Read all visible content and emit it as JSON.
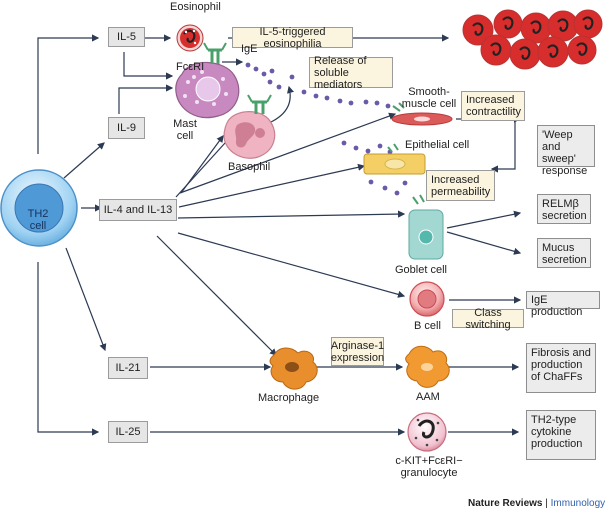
{
  "diagram": {
    "th2_cell_label": "TH2 cell",
    "th2_cell_line1": "TH2",
    "th2_cell_line2": "cell",
    "cytokines": {
      "il5": "IL-5",
      "il9": "IL-9",
      "il4_il13": "IL-4 and IL-13",
      "il21": "IL-21",
      "il25": "IL-25"
    },
    "cells": {
      "eosinophil": "Eosinophil",
      "mast_cell": "Mast\ncell",
      "basophil": "Basophil",
      "smooth_muscle_cell": "Smooth-\nmuscle cell",
      "epithelial_cell": "Epithelial cell",
      "goblet_cell": "Goblet cell",
      "b_cell": "B cell",
      "macrophage": "Macrophage",
      "aam": "AAM",
      "granulocyte": "c-KIT+FcεRI−\ngranulocyte"
    },
    "receptors": {
      "fceri": "FcεRI",
      "ige": "IgE"
    },
    "process_labels": {
      "il5_triggered": "IL-5-triggered eosinophilia",
      "release_mediators": "Release of\nsoluble mediators",
      "increased_contractility": "Increased\ncontractility",
      "increased_permeability": "Increased\npermeability",
      "class_switching": "Class switching",
      "arginase_expression": "Arginase-1\nexpression"
    },
    "outcomes": {
      "weep_sweep": "'Weep\nand sweep'\nresponse",
      "relmb": "RELMβ\nsecretion",
      "mucus": "Mucus\nsecretion",
      "ige_production": "IgE production",
      "fibrosis": "Fibrosis and\nproduction\nof ChaFFs",
      "th2_cytokine": "TH2-type\ncytokine\nproduction"
    }
  },
  "footer": {
    "publisher": "Nature Reviews",
    "separator": "|",
    "journal": "Immunology"
  },
  "colors": {
    "line": "#2d3a53",
    "cell_blue": "#72b9e8",
    "cell_blue_light": "#eef8ff",
    "eosinophil_red": "#d72d2c",
    "mast_purple": "#c889c1",
    "basophil_pink": "#efb3c2",
    "smooth_red": "#db5a5a",
    "epithelial_yellow": "#f4cf65",
    "goblet_teal": "#a2d8d1",
    "b_cell_red": "#d85b5f",
    "macrophage_orange": "#e88e2d",
    "aam_orange": "#f19a31",
    "mediator_purple": "#6a5aa8",
    "journal_blue": "#2f62ae"
  }
}
